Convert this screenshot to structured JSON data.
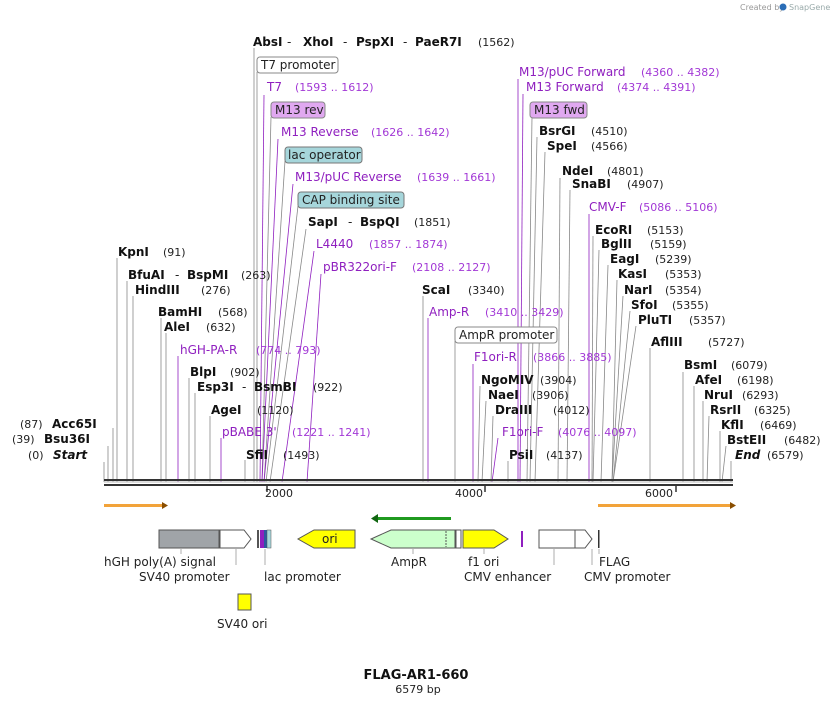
{
  "credit": {
    "prefix": "Created by",
    "brand": "SnapGene"
  },
  "header_group": {
    "names": [
      "AbsI",
      "XhoI",
      "PspXI",
      "PaeR7I"
    ],
    "position": "(1562)"
  },
  "enzymes_left": [
    {
      "name": "KpnI",
      "pos": "(91)"
    },
    {
      "name": "BfuAI",
      "name2": "BspMI",
      "pos": "(263)"
    },
    {
      "name": "HindIII",
      "pos": "(276)"
    },
    {
      "name": "BamHI",
      "pos": "(568)"
    },
    {
      "name": "AleI",
      "pos": "(632)"
    },
    {
      "name": "BlpI",
      "pos": "(902)"
    },
    {
      "name": "Esp3I",
      "name2": "BsmBI",
      "pos": "(922)"
    },
    {
      "name": "AgeI",
      "pos": "(1120)"
    },
    {
      "name": "SfiI",
      "pos": "(1493)"
    }
  ],
  "enzymes_mid": [
    {
      "name": "SapI",
      "name2": "BspQI",
      "pos": "(1851)"
    },
    {
      "name": "ScaI",
      "pos": "(3340)"
    }
  ],
  "enzymes_left_edge": [
    {
      "pos": "(87)",
      "name": "Acc65I"
    },
    {
      "pos": "(39)",
      "name": "Bsu36I"
    },
    {
      "pos": "(0)",
      "name": "Start"
    }
  ],
  "enzymes_right": [
    {
      "name": "BsrGI",
      "pos": "(4510)"
    },
    {
      "name": "SpeI",
      "pos": "(4566)"
    },
    {
      "name": "NdeI",
      "pos": "(4801)"
    },
    {
      "name": "SnaBI",
      "pos": "(4907)"
    },
    {
      "name": "EcoRI",
      "pos": "(5153)"
    },
    {
      "name": "BglII",
      "pos": "(5159)"
    },
    {
      "name": "EagI",
      "pos": "(5239)"
    },
    {
      "name": "KasI",
      "pos": "(5353)"
    },
    {
      "name": "NarI",
      "pos": "(5354)"
    },
    {
      "name": "SfoI",
      "pos": "(5355)"
    },
    {
      "name": "PluTI",
      "pos": "(5357)"
    },
    {
      "name": "AflIII",
      "pos": "(5727)"
    },
    {
      "name": "BsmI",
      "pos": "(6079)"
    },
    {
      "name": "AfeI",
      "pos": "(6198)"
    },
    {
      "name": "NruI",
      "pos": "(6293)"
    },
    {
      "name": "RsrII",
      "pos": "(6325)"
    },
    {
      "name": "KflI",
      "pos": "(6469)"
    },
    {
      "name": "BstEII",
      "pos": "(6482)"
    },
    {
      "name": "End",
      "pos": "(6579)"
    }
  ],
  "enzymes_center": [
    {
      "name": "NgoMIV",
      "pos": "(3904)"
    },
    {
      "name": "NaeI",
      "pos": "(3906)"
    },
    {
      "name": "DraIII",
      "pos": "(4012)"
    },
    {
      "name": "PsiI",
      "pos": "(4137)"
    }
  ],
  "primers": [
    {
      "name": "T7",
      "range": "(1593 .. 1612)"
    },
    {
      "name": "M13 Reverse",
      "range": "(1626 .. 1642)"
    },
    {
      "name": "M13/pUC Reverse",
      "range": "(1639 .. 1661)"
    },
    {
      "name": "L4440",
      "range": "(1857 .. 1874)"
    },
    {
      "name": "pBR322ori-F",
      "range": "(2108 .. 2127)"
    },
    {
      "name": "hGH-PA-R",
      "range": "(774 .. 793)"
    },
    {
      "name": "pBABE 3'",
      "range": "(1221 .. 1241)"
    },
    {
      "name": "Amp-R",
      "range": "(3410 .. 3429)"
    },
    {
      "name": "F1ori-R",
      "range": "(3866 .. 3885)"
    },
    {
      "name": "F1ori-F",
      "range": "(4076 .. 4097)"
    },
    {
      "name": "M13/pUC Forward",
      "range": "(4360 .. 4382)"
    },
    {
      "name": "M13 Forward",
      "range": "(4374 .. 4391)"
    },
    {
      "name": "CMV-F",
      "range": "(5086 .. 5106)"
    }
  ],
  "boxed_features": {
    "t7_promoter": "T7 promoter",
    "m13_rev": "M13 rev",
    "lac_operator": "lac operator",
    "cap_site": "CAP binding site",
    "ampr_promoter": "AmpR promoter",
    "m13_fwd": "M13 fwd"
  },
  "axis": {
    "ticks": [
      "2000",
      "4000",
      "6000"
    ]
  },
  "map_features": {
    "hgh_polya": "hGH poly(A) signal",
    "sv40_promoter": "SV40 promoter",
    "lac_promoter": "lac promoter",
    "ori": "ori",
    "ampr": "AmpR",
    "f1_ori": "f1 ori",
    "cmv_enhancer": "CMV enhancer",
    "flag": "FLAG",
    "cmv_promoter": "CMV promoter",
    "sv40_ori": "SV40 ori"
  },
  "plasmid": {
    "name": "FLAG-AR1-660",
    "length": "6579 bp"
  },
  "colors": {
    "primer": "#8f1fbf",
    "ori": "#ffff00",
    "ampr": "#ccffcc",
    "boxed_blue": "#a6d6db",
    "boxed_purple": "#e0a8f0",
    "orf_orange": "#f2a33a"
  }
}
